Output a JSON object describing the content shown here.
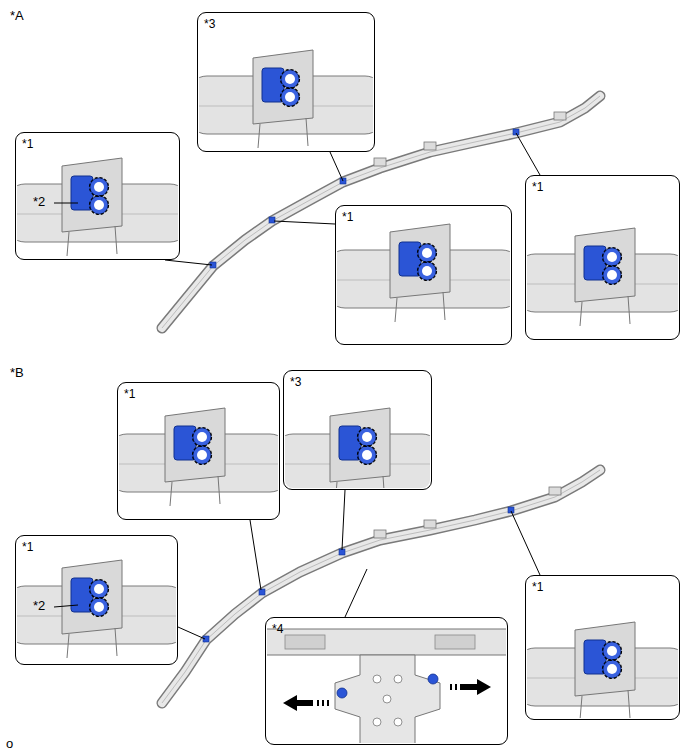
{
  "diagram": {
    "nodes": [
      {
        "text": [
          "*3"
        ]
      },
      {
        "text": [
          "*1"
        ]
      },
      {
        "text": [
          "*1"
        ]
      },
      {
        "text": [
          "*1"
        ]
      },
      {
        "text": [
          "*1"
        ]
      },
      {
        "text": [
          "*3"
        ]
      },
      {
        "text": [
          "*1"
        ]
      },
      {
        "text": [
          "*1"
        ]
      },
      {
        "text": [
          "*4"
        ]
      }
    ],
    "labels": [
      "*A",
      "*2",
      "*B",
      "*2",
      "o"
    ]
  }
}
